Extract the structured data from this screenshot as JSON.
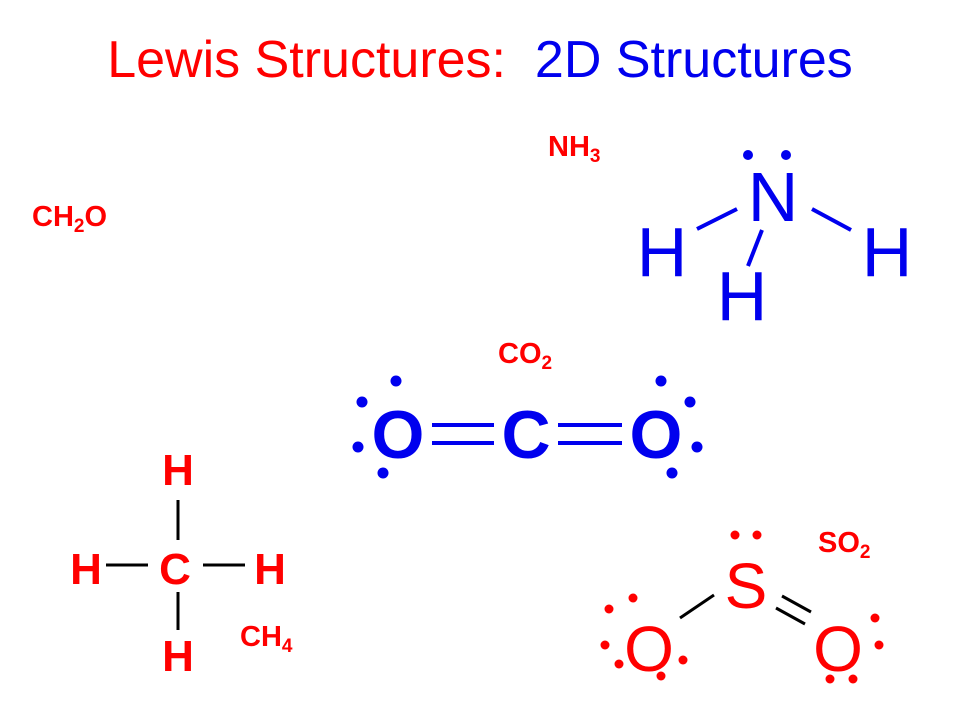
{
  "title": {
    "part1": "Lewis Structures:",
    "part2": "2D Structures"
  },
  "formulas": {
    "nh3": {
      "base": "NH",
      "sub": "3"
    },
    "ch2o": {
      "base": "CH",
      "sub": "2",
      "tail": "O"
    },
    "co2": {
      "base": "CO",
      "sub": "2"
    },
    "so2": {
      "base": "SO",
      "sub": "2"
    },
    "ch4": {
      "base": "CH",
      "sub": "4"
    }
  },
  "atoms": {
    "nh3": {
      "n": "N",
      "h1": "H",
      "h2": "H",
      "h3": "H"
    },
    "co2": {
      "o1": "O",
      "c": "C",
      "o2": "O"
    },
    "ch4": {
      "top": "H",
      "left": "H",
      "c": "C",
      "right": "H",
      "bottom": "H"
    },
    "so2": {
      "s": "S",
      "o1": "O",
      "o2": "O"
    }
  },
  "colors": {
    "title_left": "#ff0000",
    "title_right": "#0000ee",
    "nh3_co2": "#0000ee",
    "ch4_so2": "#ff0000",
    "formula": "#ff0000"
  }
}
